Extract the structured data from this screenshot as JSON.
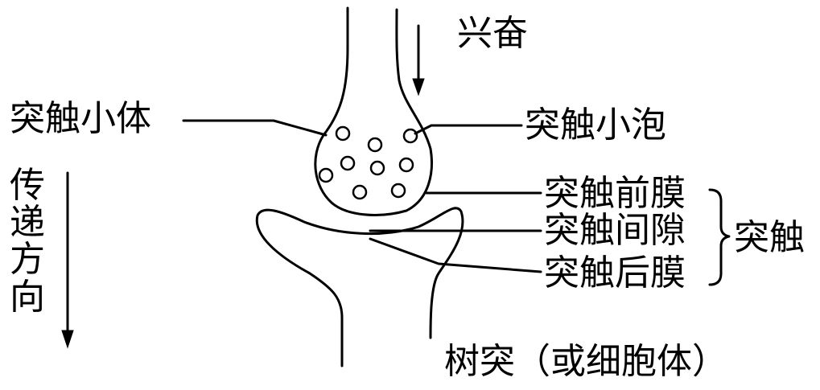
{
  "labels": {
    "excitation": "兴奋",
    "synaptic_knob": "突触小体",
    "synaptic_vesicle": "突触小泡",
    "presynaptic_membrane": "突触前膜",
    "synaptic_cleft": "突触间隙",
    "postsynaptic_membrane": "突触后膜",
    "synapse": "突触",
    "transmission_direction": "传递方向",
    "dendrite": "树突（或细胞体）"
  },
  "colors": {
    "ink": "#000000",
    "background": "#ffffff"
  }
}
